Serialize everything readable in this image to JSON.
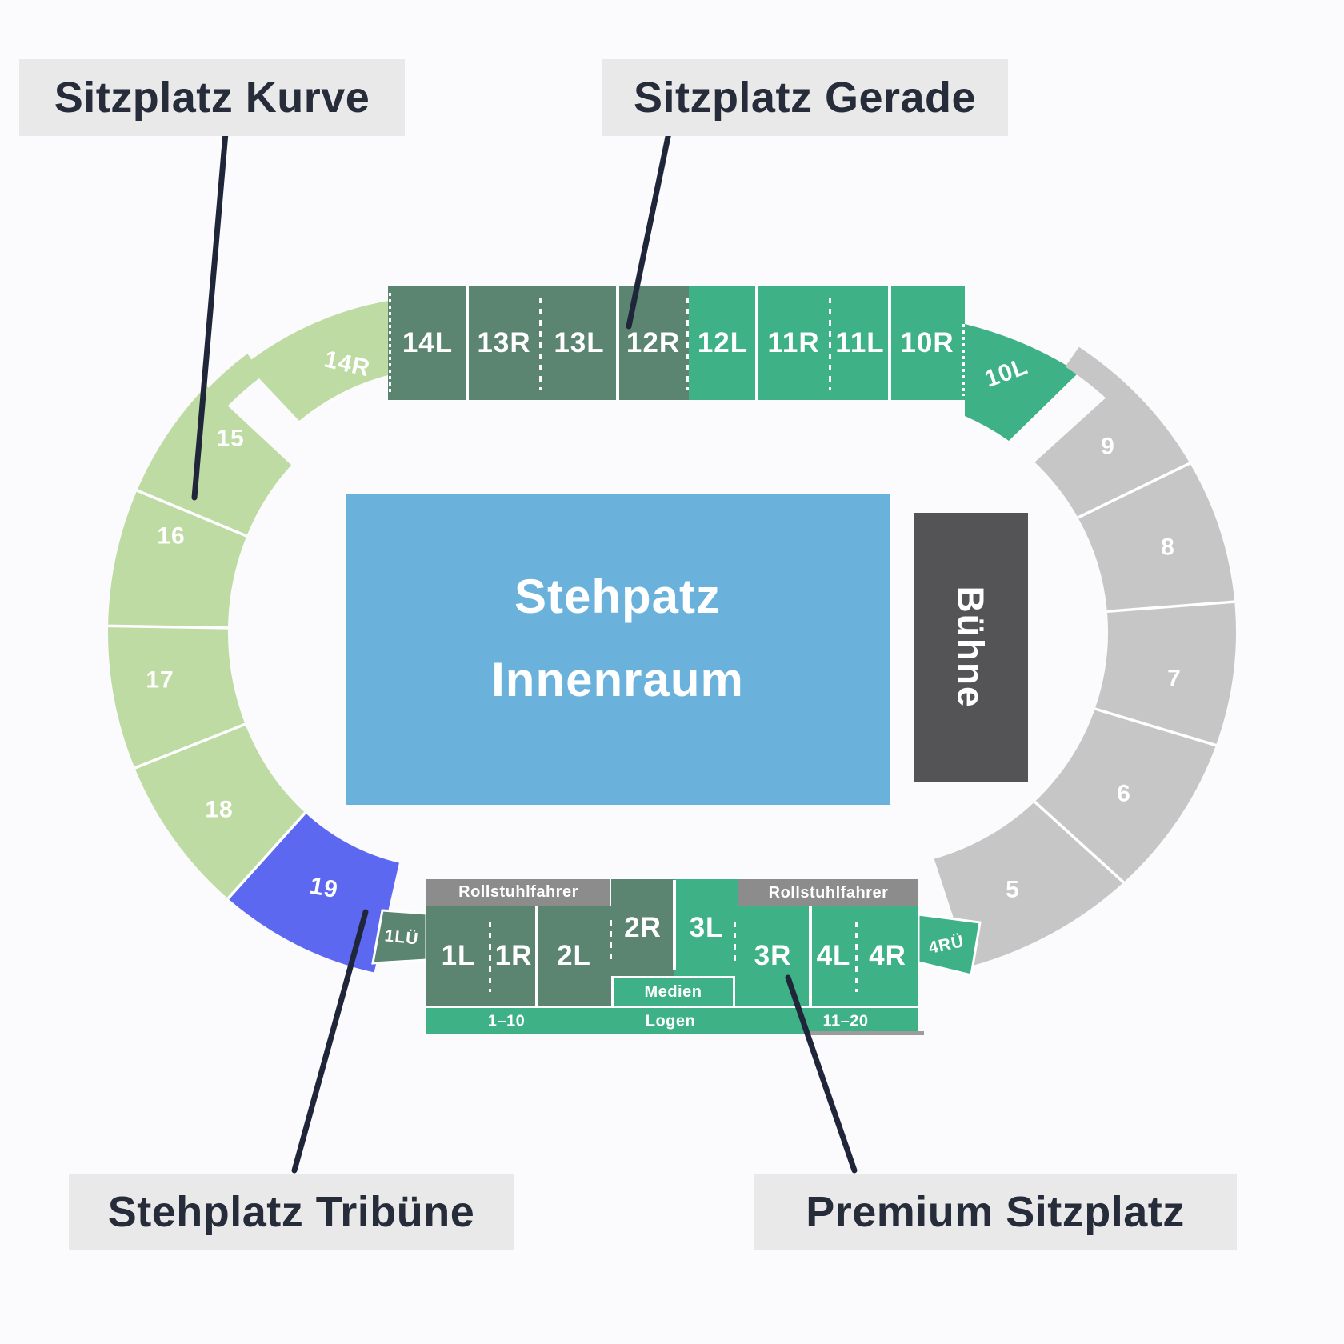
{
  "legend": {
    "sitzplatz_kurve": "Sitzplatz Kurve",
    "sitzplatz_gerade": "Sitzplatz Gerade",
    "stehplatz_tribuene": "Stehplatz Tribüne",
    "premium_sitzplatz": "Premium Sitzplatz"
  },
  "innenraum": {
    "line1": "Stehpatz",
    "line2": "Innenraum"
  },
  "buehne": {
    "label": "Bühne"
  },
  "sections": {
    "top_dark": [
      "14L",
      "13R",
      "13L",
      "12R"
    ],
    "top_green": [
      "12L",
      "11R",
      "11L",
      "10R",
      "10L"
    ],
    "curve_left": [
      "14R",
      "15",
      "16",
      "17",
      "18"
    ],
    "curve_right": [
      "9",
      "8",
      "7",
      "6",
      "5"
    ],
    "stehplatz_tribuene_section": "19",
    "bottom_dark": [
      "1L",
      "1R",
      "2L",
      "2R"
    ],
    "bottom_green": [
      "3L",
      "3R",
      "4L",
      "4R"
    ],
    "connector_left": "1LÜ",
    "connector_right": "4RÜ"
  },
  "bars": {
    "rollstuhlfahrer_left": "Rollstuhlfahrer",
    "rollstuhlfahrer_right": "Rollstuhlfahrer",
    "medien": "Medien",
    "logen_left": "1–10",
    "logen_center": "Logen",
    "logen_right": "11–20"
  },
  "colors": {
    "dark_green": "#5b8471",
    "green": "#3eb286",
    "light_green": "#bddba2",
    "gray_section": "#c6c6c6",
    "blue": "#5c68f0",
    "light_blue": "#6ab2dc",
    "stage_gray": "#545457",
    "bar_gray": "#8c8c8c",
    "strip_underline": "#9c9c9c",
    "label_bg": "#e9e9e9",
    "label_text": "#272c3b",
    "pointer_line": "#20263a"
  }
}
